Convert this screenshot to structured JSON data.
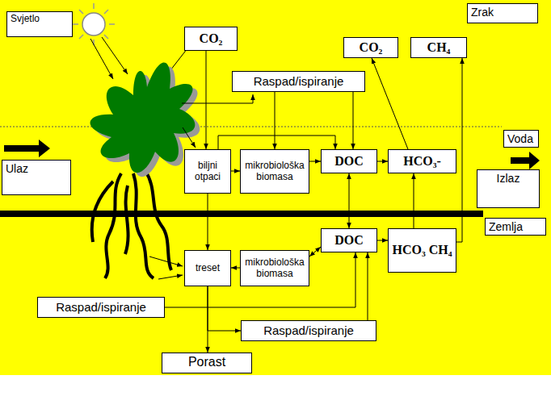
{
  "diagram": {
    "nodes": [
      {
        "text": [
          "Svjetlo"
        ]
      },
      {
        "text": [
          "CO₂"
        ]
      },
      {
        "text": [
          "Zrak"
        ]
      },
      {
        "text": [
          "Raspad/ispiranje"
        ]
      },
      {
        "text": [
          "CO₂"
        ]
      },
      {
        "text": [
          "CH₄"
        ]
      },
      {
        "text": [
          "Voda"
        ]
      },
      {
        "text": [
          "biljni otpaci"
        ]
      },
      {
        "text": [
          "mikrobiološka biomasa"
        ]
      },
      {
        "text": [
          "DOC"
        ]
      },
      {
        "text": [
          "HCO₃-"
        ]
      },
      {
        "text": [
          "Ulaz"
        ]
      },
      {
        "text": [
          "Izlaz"
        ]
      },
      {
        "text": [
          "Zemlja"
        ]
      },
      {
        "text": [
          "DOC"
        ]
      },
      {
        "text": [
          "HCO₃ CH₄"
        ]
      },
      {
        "text": [
          "treset"
        ]
      },
      {
        "text": [
          "mikrobiološka biomasa"
        ]
      },
      {
        "text": [
          "Raspad/ispiranje"
        ]
      },
      {
        "text": [
          "Raspad/ispiranje"
        ]
      },
      {
        "text": [
          "Porast"
        ]
      }
    ],
    "edges": [
      {
        "from": 1,
        "to": 7,
        "arrow": "to"
      },
      {
        "from": 7,
        "to": 8,
        "arrow": "to"
      },
      {
        "from": 8,
        "to": 9,
        "arrow": "to"
      },
      {
        "from": 3,
        "to": 8,
        "arrow": "to"
      },
      {
        "from": 3,
        "to": 9,
        "arrow": "to"
      },
      {
        "from": 7,
        "to": 9,
        "arrow": "to"
      },
      {
        "from": 9,
        "to": 10,
        "arrow": "to"
      },
      {
        "from": 10,
        "to": 4,
        "arrow": "to"
      },
      {
        "from": 9,
        "to": 14,
        "arrow": "both"
      },
      {
        "from": 15,
        "to": 10,
        "arrow": "to"
      },
      {
        "from": 15,
        "to": 5,
        "arrow": "to"
      },
      {
        "from": 14,
        "to": 15,
        "arrow": "to"
      },
      {
        "from": 7,
        "to": 16,
        "arrow": "to"
      },
      {
        "from": 17,
        "to": 16,
        "arrow": "to"
      },
      {
        "from": 17,
        "to": 14,
        "arrow": "both"
      },
      {
        "from": 18,
        "to": 14,
        "arrow": "to"
      },
      {
        "from": 19,
        "to": 14,
        "arrow": "to"
      },
      {
        "from": 16,
        "to": 19,
        "arrow": "to"
      },
      {
        "from": 16,
        "to": 20,
        "arrow": "to"
      }
    ]
  }
}
